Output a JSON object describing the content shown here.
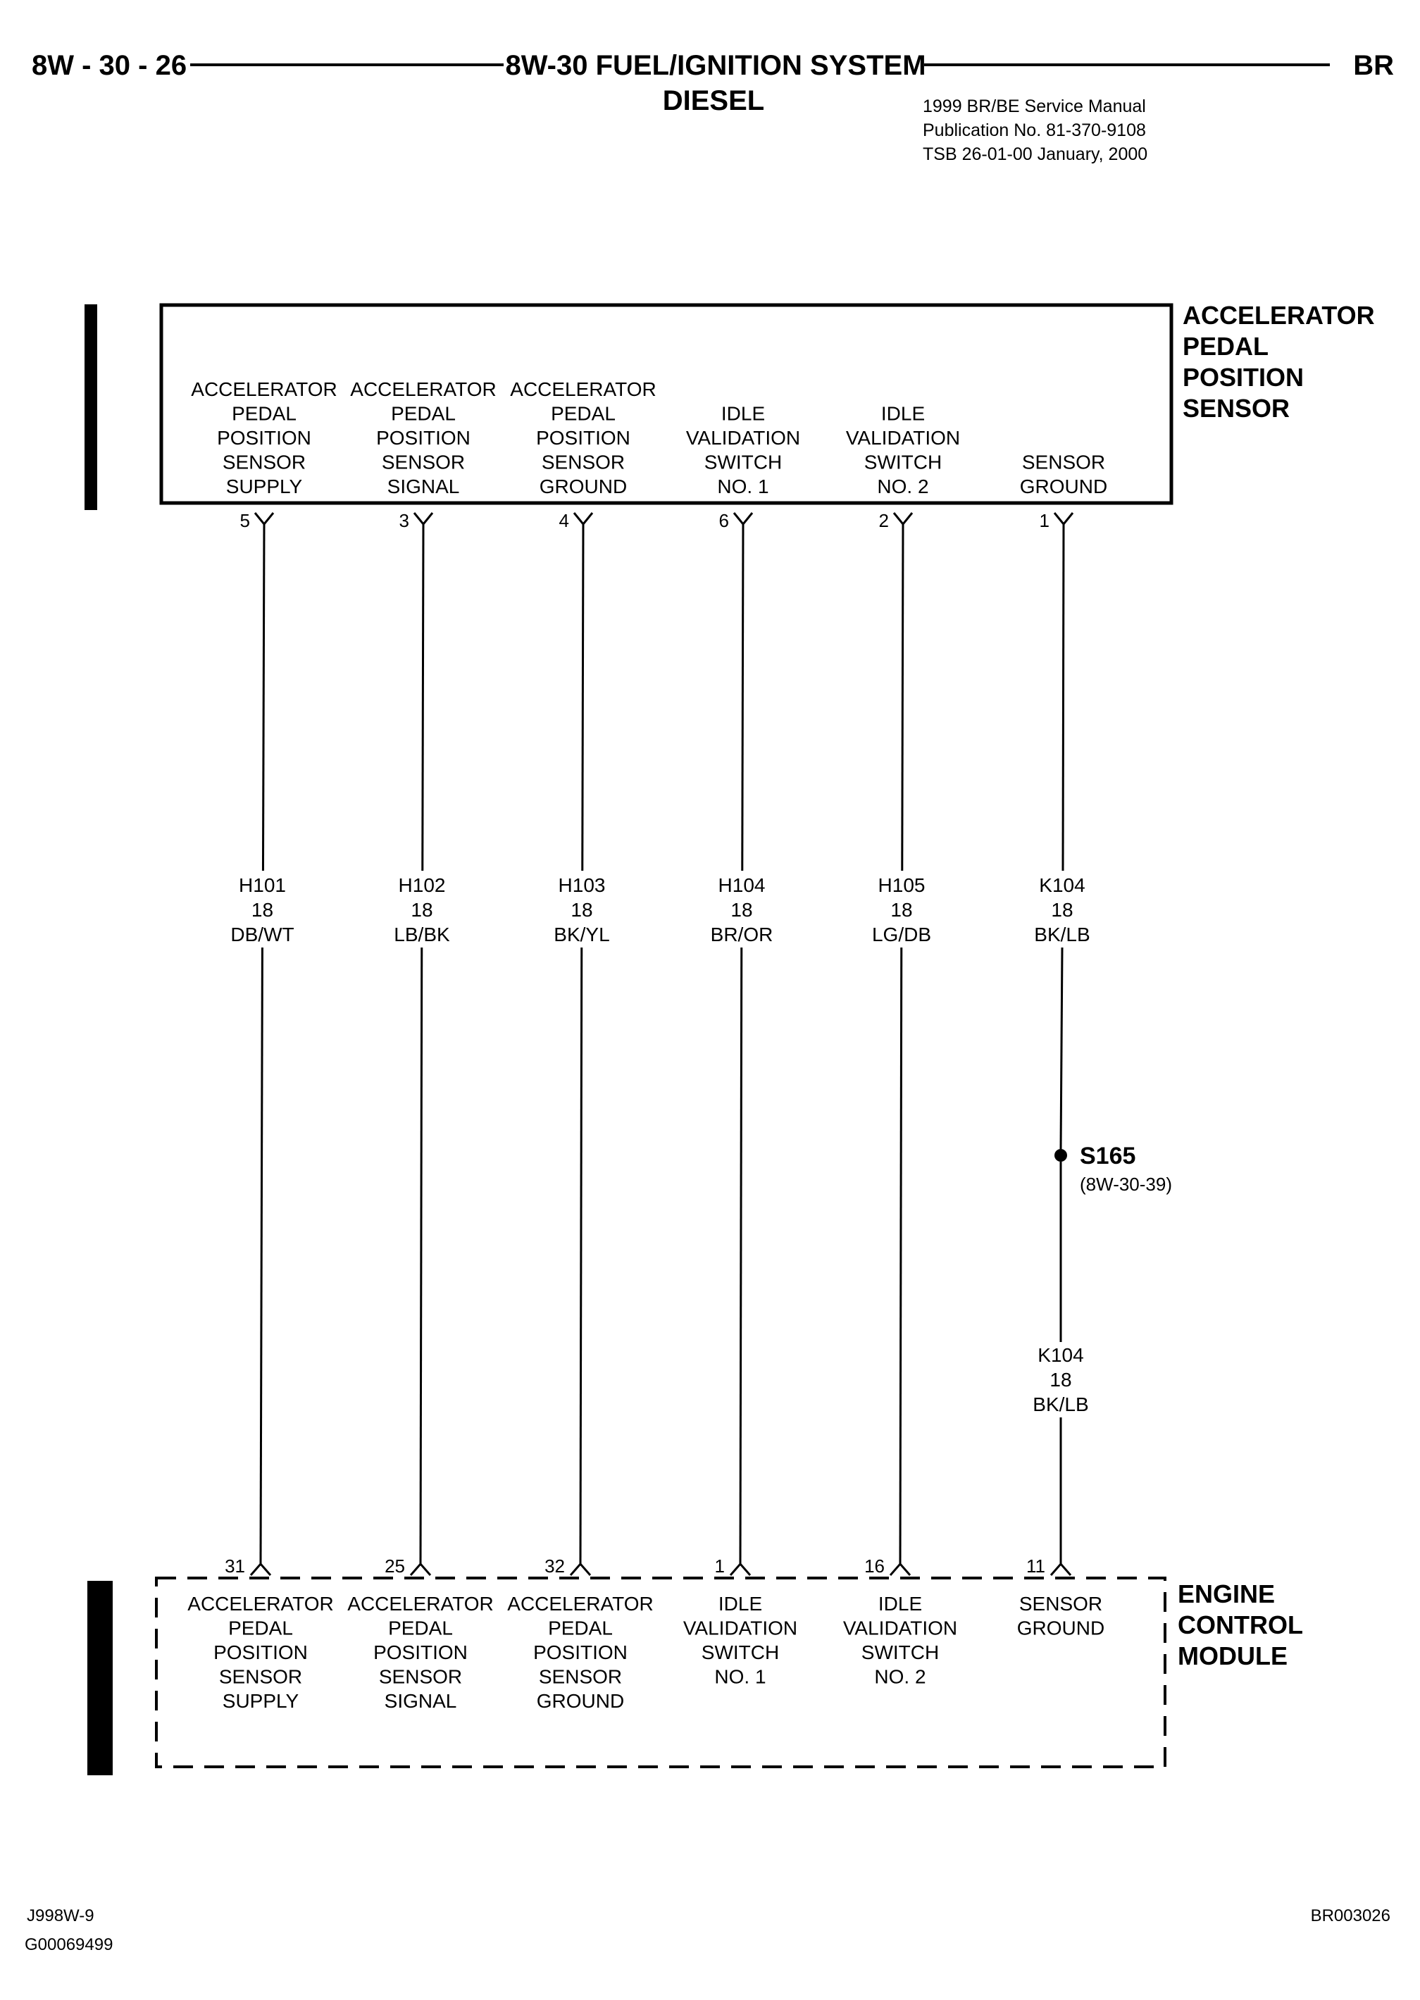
{
  "header": {
    "page_number": "8W - 30 - 26",
    "title_line1": "8W-30 FUEL/IGNITION SYSTEM",
    "title_line2": "DIESEL",
    "section": "BR",
    "publication": [
      "1999 BR/BE Service Manual",
      "Publication No. 81-370-9108",
      "TSB 26-01-00      January, 2000"
    ]
  },
  "sensor": {
    "title": [
      "ACCELERATOR",
      "PEDAL",
      "POSITION",
      "SENSOR"
    ],
    "terminals": [
      {
        "pin": "5",
        "label": [
          "ACCELERATOR",
          "PEDAL",
          "POSITION",
          "SENSOR",
          "SUPPLY"
        ]
      },
      {
        "pin": "3",
        "label": [
          "ACCELERATOR",
          "PEDAL",
          "POSITION",
          "SENSOR",
          "SIGNAL"
        ]
      },
      {
        "pin": "4",
        "label": [
          "ACCELERATOR",
          "PEDAL",
          "POSITION",
          "SENSOR",
          "GROUND"
        ]
      },
      {
        "pin": "6",
        "label": [
          "IDLE",
          "VALIDATION",
          "SWITCH",
          "NO. 1"
        ]
      },
      {
        "pin": "2",
        "label": [
          "IDLE",
          "VALIDATION",
          "SWITCH",
          "NO. 2"
        ]
      },
      {
        "pin": "1",
        "label": [
          "SENSOR",
          "GROUND"
        ]
      }
    ]
  },
  "wires": [
    {
      "circuit": "H101",
      "gauge": "18",
      "color": "DB/WT"
    },
    {
      "circuit": "H102",
      "gauge": "18",
      "color": "LB/BK"
    },
    {
      "circuit": "H103",
      "gauge": "18",
      "color": "BK/YL"
    },
    {
      "circuit": "H104",
      "gauge": "18",
      "color": "BR/OR"
    },
    {
      "circuit": "H105",
      "gauge": "18",
      "color": "LG/DB"
    },
    {
      "circuit": "K104",
      "gauge": "18",
      "color": "BK/LB"
    }
  ],
  "splice": {
    "name": "S165",
    "ref": "(8W-30-39)"
  },
  "wire_after_splice": {
    "circuit": "K104",
    "gauge": "18",
    "color": "BK/LB"
  },
  "ecm": {
    "title": [
      "ENGINE",
      "CONTROL",
      "MODULE"
    ],
    "terminals": [
      {
        "pin": "31",
        "label": [
          "ACCELERATOR",
          "PEDAL",
          "POSITION",
          "SENSOR",
          "SUPPLY"
        ]
      },
      {
        "pin": "25",
        "label": [
          "ACCELERATOR",
          "PEDAL",
          "POSITION",
          "SENSOR",
          "SIGNAL"
        ]
      },
      {
        "pin": "32",
        "label": [
          "ACCELERATOR",
          "PEDAL",
          "POSITION",
          "SENSOR",
          "GROUND"
        ]
      },
      {
        "pin": "1",
        "label": [
          "IDLE",
          "VALIDATION",
          "SWITCH",
          "NO. 1"
        ]
      },
      {
        "pin": "16",
        "label": [
          "IDLE",
          "VALIDATION",
          "SWITCH",
          "NO. 2"
        ]
      },
      {
        "pin": "11",
        "label": [
          "SENSOR",
          "GROUND"
        ]
      }
    ]
  },
  "footer": {
    "left_line1": "J998W-9",
    "left_line2": "G00069499",
    "right": "BR003026"
  }
}
